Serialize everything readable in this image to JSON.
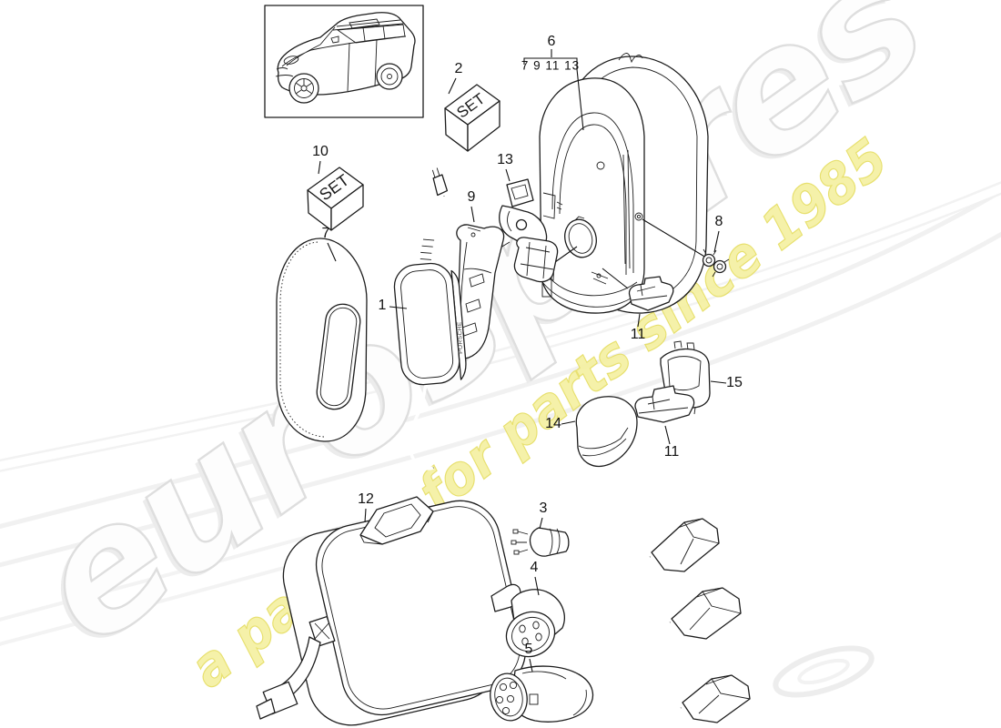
{
  "watermark": {
    "brand": "eurospares",
    "tagline": "a passion for parts since 1985",
    "brand_fill": "#fdfdfd",
    "brand_outline": "#dedede",
    "tagline_fill": "#f5f0a0",
    "tagline_outline": "#e5dd5f"
  },
  "diagram": {
    "set_box_2_label": "SET",
    "set_box_10_label": "SET",
    "psu_brand": "PORSCHE"
  },
  "labels": [
    {
      "text": "2"
    },
    {
      "text": "6"
    },
    {
      "text": "7 9 11 13"
    },
    {
      "text": "10"
    },
    {
      "text": "13"
    },
    {
      "text": "7"
    },
    {
      "text": "9"
    },
    {
      "text": "1"
    },
    {
      "text": "8"
    },
    {
      "text": "11"
    },
    {
      "text": "15"
    },
    {
      "text": "14"
    },
    {
      "text": "11"
    },
    {
      "text": "12"
    },
    {
      "text": "3"
    },
    {
      "text": "4"
    },
    {
      "text": "5"
    }
  ]
}
